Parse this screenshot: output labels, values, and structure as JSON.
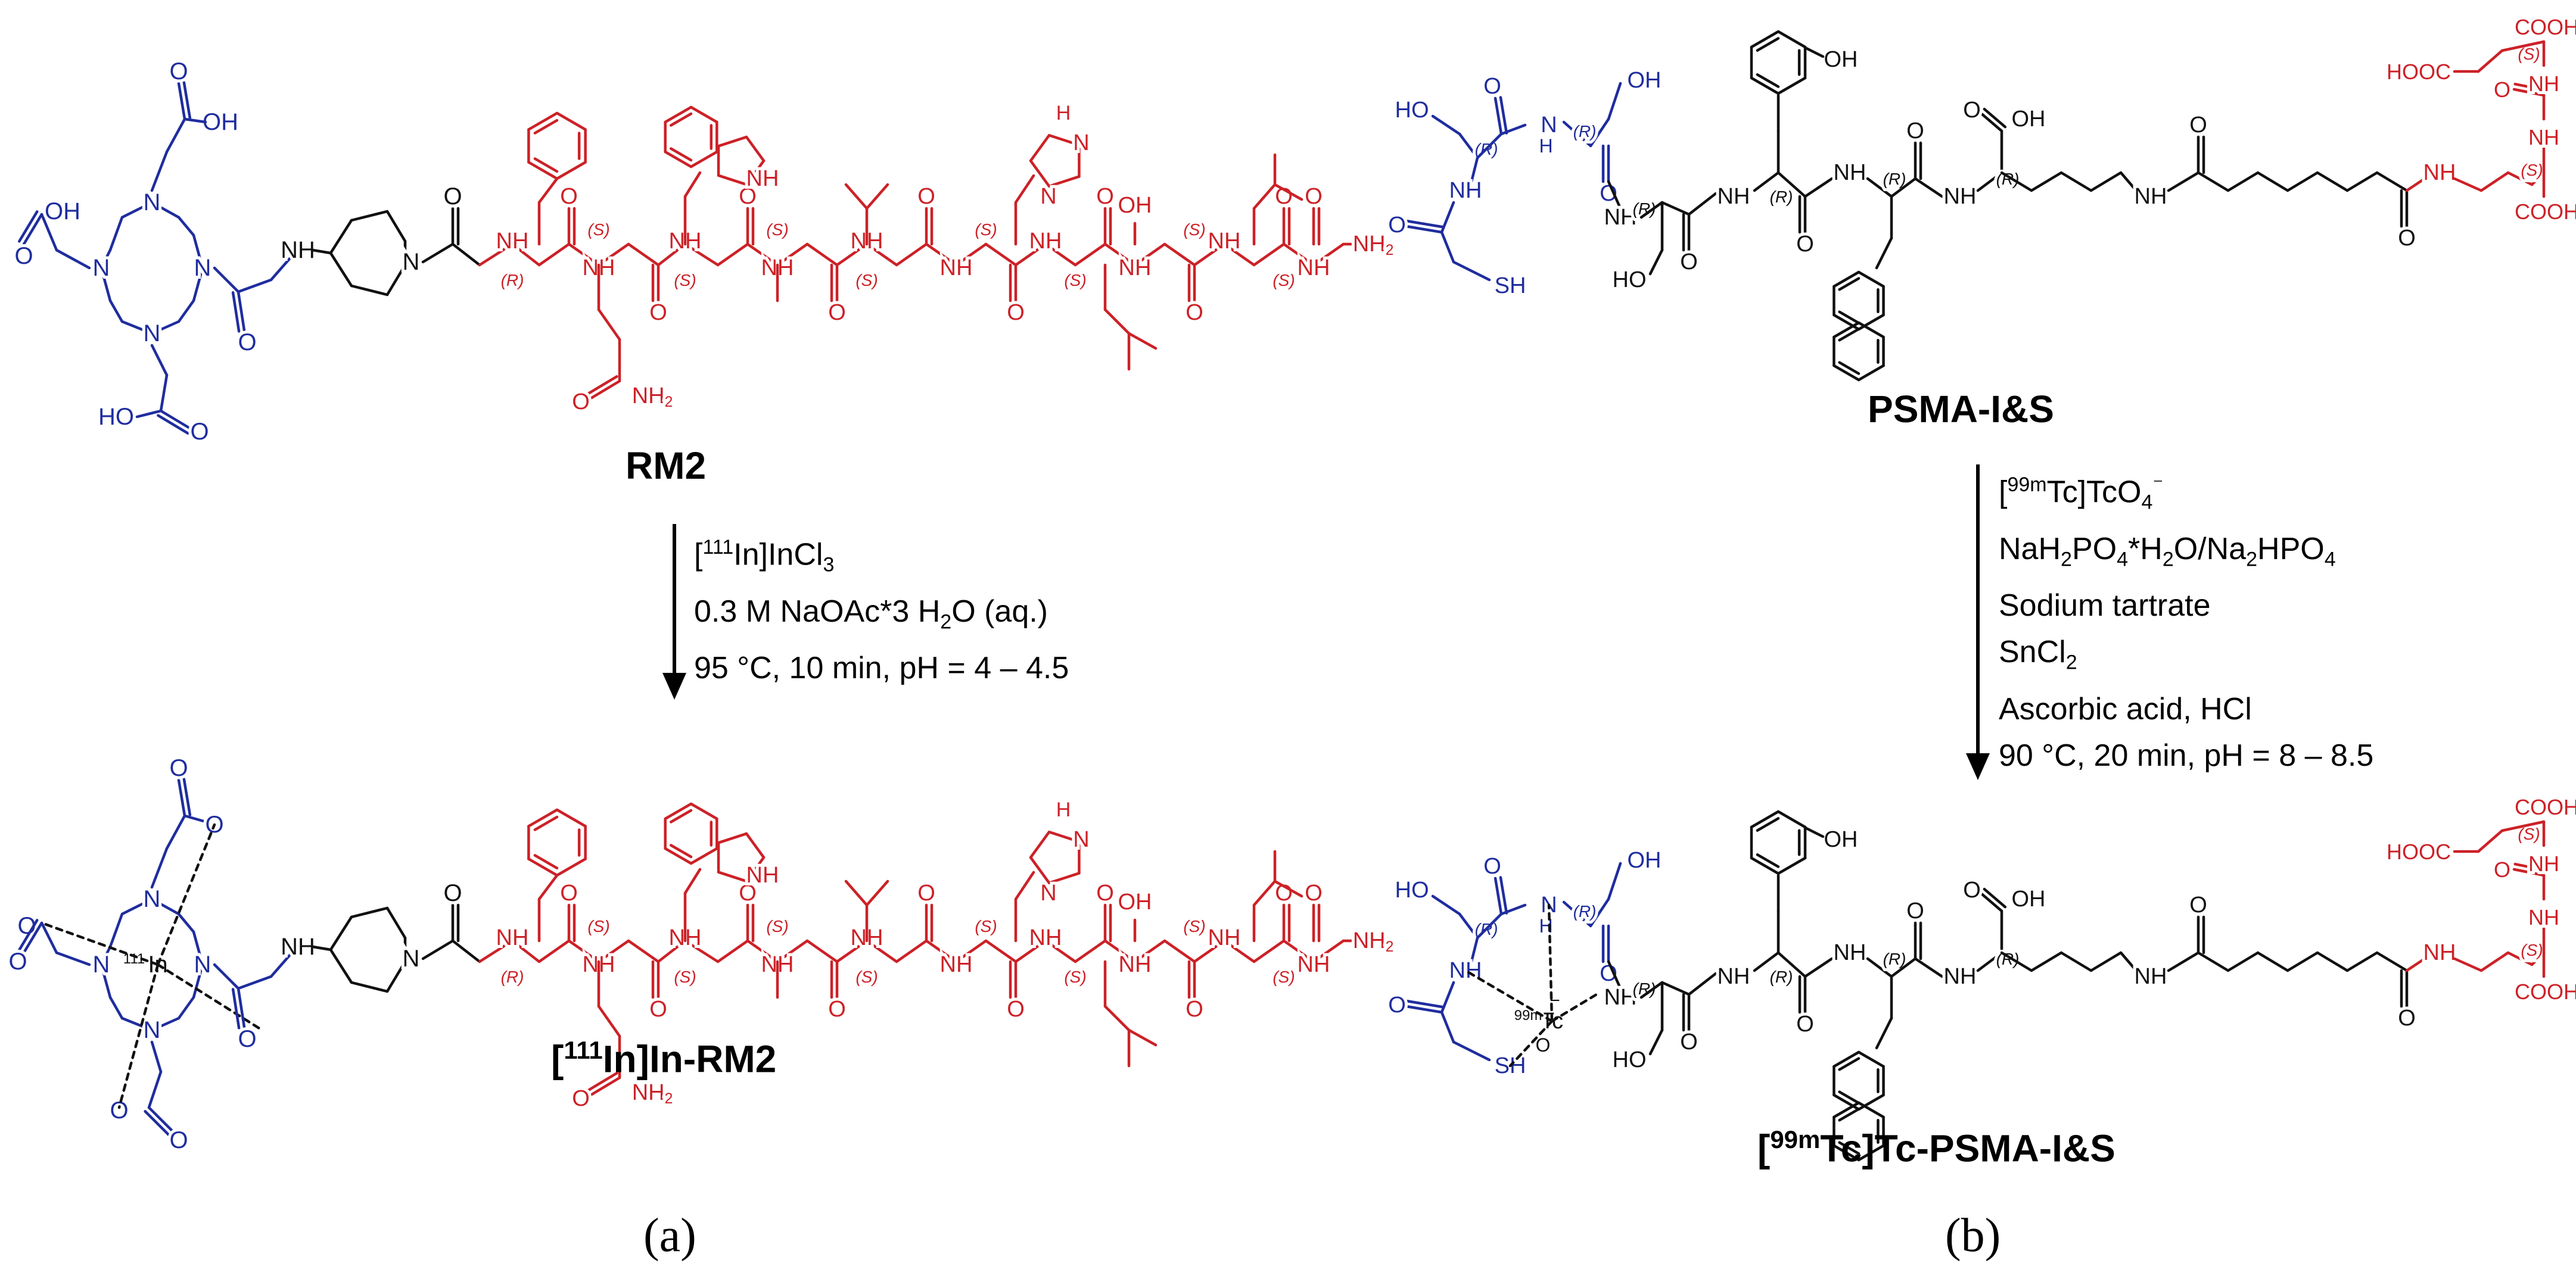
{
  "colors": {
    "chelator_blue": "#1f2d9e",
    "peptide_red": "#cc2127",
    "linker_black": "#111111"
  },
  "panel_a": {
    "panel_label": "(a)",
    "reactant_name": "RM2",
    "product_name_sup": "111",
    "product_name_pre": "[",
    "product_name_post": "In]In-RM2",
    "conditions": [
      {
        "pre": "[",
        "sup": "111",
        "mid": "In]InCl",
        "sub": "3",
        "post": ""
      },
      {
        "pre": "0.3 M NaOAc*3 H",
        "sup": "",
        "mid": "",
        "sub": "2",
        "post": "O (aq.)"
      },
      {
        "pre": "95 °C, 10 min, pH = 4 – 4.5",
        "sup": "",
        "mid": "",
        "sub": "",
        "post": ""
      }
    ]
  },
  "panel_b": {
    "panel_label": "(b)",
    "reactant_name": "PSMA-I&S",
    "product_name_pre": "[",
    "product_name_sup": "99m",
    "product_name_post": "Tc]Tc-PSMA-I&S",
    "conditions": [
      {
        "pre": "[",
        "sup": "99m",
        "mid": "Tc]TcO",
        "sub": "4",
        "post": "⁻"
      },
      {
        "pre": "NaH",
        "sub": "2",
        "mid": "PO",
        "sub2": "4",
        "post": "*H",
        "sub3": "2",
        "post2": "O/Na",
        "sub4": "2",
        "post3": "HPO",
        "sub5": "4"
      },
      {
        "pre": "Sodium tartrate"
      },
      {
        "pre": "SnCl",
        "sub": "2"
      },
      {
        "pre": "Ascorbic acid, HCl"
      },
      {
        "pre": "90 °C, 20 min, pH = 8 – 8.5"
      }
    ]
  },
  "atoms": {
    "oh": "OH",
    "ho": "HO",
    "o": "O",
    "n": "N",
    "nh": "NH",
    "h": "H",
    "nh2": "NH",
    "nh2_sub": "2",
    "sh": "SH",
    "hooc": "HOOC",
    "cooh": "COOH",
    "in": "In",
    "in_iso": "111",
    "tc": "Tc",
    "tc_iso": "99m",
    "r": "(R)",
    "s": "(S)",
    "minus": "−"
  }
}
